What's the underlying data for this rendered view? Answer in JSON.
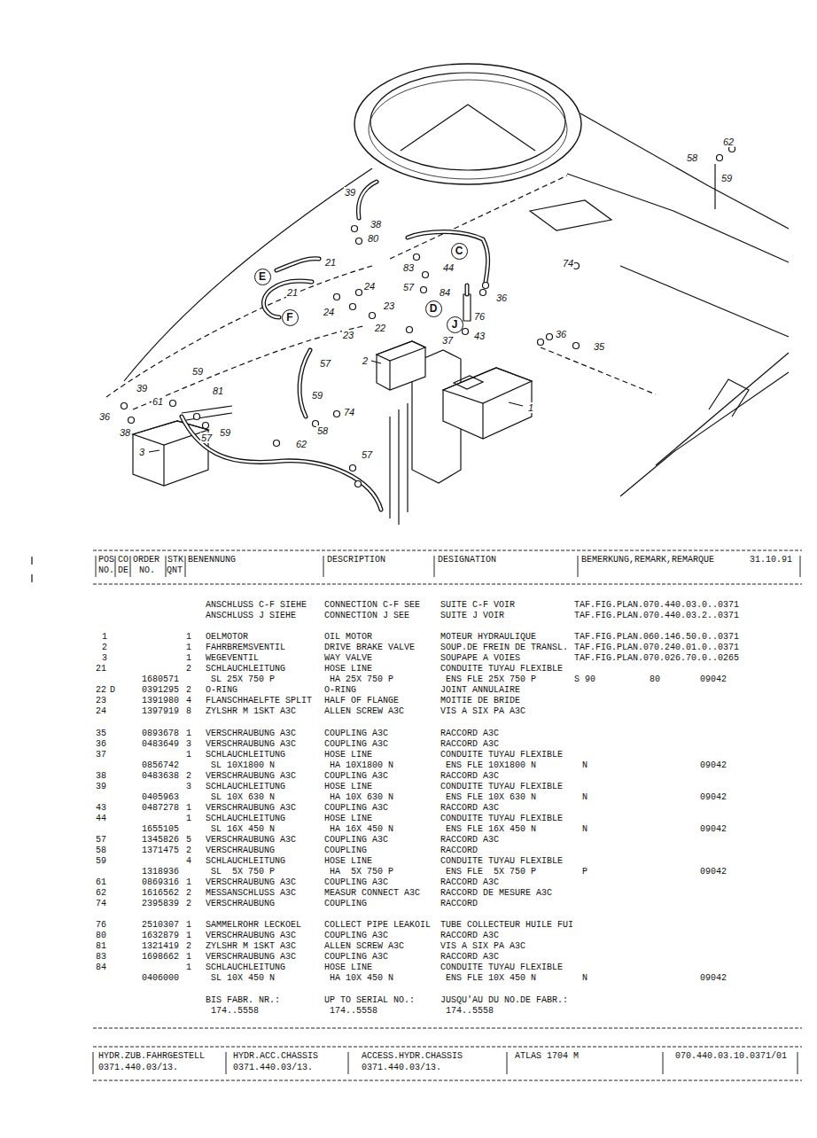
{
  "diagram": {
    "nodes": [
      {
        "text": [
          "C"
        ]
      },
      {
        "text": [
          "E"
        ]
      },
      {
        "text": [
          "D"
        ]
      },
      {
        "text": [
          "F"
        ]
      },
      {
        "text": [
          "J"
        ]
      }
    ],
    "labels": [
      "62",
      "58",
      "59",
      "39",
      "38",
      "80",
      "74",
      "21",
      "83",
      "44",
      "24",
      "57",
      "84",
      "21",
      "36",
      "23",
      "24",
      "76",
      "22",
      "23",
      "37",
      "43",
      "36",
      "35",
      "2",
      "57",
      "59",
      "39",
      "81",
      "59",
      "61",
      "1",
      "74",
      "36",
      "58",
      "38",
      "59",
      "57",
      "62",
      "3",
      "57",
      "POS",
      "CO",
      "ORDER",
      "STK",
      "BENENNUNG",
      "DESCRIPTION",
      "DESIGNATION",
      "BEMERKUNG,REMARK,REMARQUE",
      "31.10.91",
      "NO.",
      "DE",
      "NO.",
      "QNT",
      "ANSCHLUSS C-F SIEHE",
      "CONNECTION C-F SEE",
      "SUITE C-F VOIR",
      "TAF.FIG.PLAN.070.440.03.0..0371",
      "ANSCHLUSS J SIEHE",
      "CONNECTION J SEE",
      "SUITE J VOIR",
      "TAF.FIG.PLAN.070.440.03.2..0371",
      "1",
      "1",
      "OELMOTOR",
      "OIL MOTOR",
      "MOTEUR HYDRAULIQUE",
      "TAF.FIG.PLAN.060.146.50.0..0371",
      "2",
      "1",
      "FAHRBREMSVENTIL",
      "DRIVE BRAKE VALVE",
      "SOUP.DE FREIN DE TRANSL.",
      "TAF.FIG.PLAN.070.240.01.0..0371",
      "3",
      "1",
      "WEGEVENTIL",
      "WAY VALVE",
      "SOUPAPE A VOIES",
      "TAF.FIG.PLAN.070.026.70.0..0265",
      "21",
      "2",
      "SCHLAUCHLEITUNG",
      "HOSE LINE",
      "CONDUITE TUYAU FLEXIBLE",
      "1680571",
      "SL 25X 750 P",
      "HA 25X 750 P",
      "ENS FLE 25X 750 P",
      "S 90",
      "80",
      "09042",
      "22",
      "D",
      "0391295",
      "2",
      "O-RING",
      "O-RING",
      "JOINT ANNULAIRE",
      "23",
      "1391980",
      "4",
      "FLANSCHHAELFTE SPLIT",
      "HALF OF FLANGE",
      "MOITIE DE BRIDE",
      "24",
      "1397919",
      "8",
      "ZYLSHR M 1SKT A3C",
      "ALLEN SCREW A3C",
      "VIS A SIX PA A3C",
      "35",
      "0893678",
      "1",
      "VERSCHRAUBUNG A3C",
      "COUPLING A3C",
      "RACCORD A3C",
      "36",
      "0483649",
      "3",
      "VERSCHRAUBUNG A3C",
      "COUPLING A3C",
      "RACCORD A3C",
      "37",
      "1",
      "SCHLAUCHLEITUNG",
      "HOSE LINE",
      "CONDUITE TUYAU FLEXIBLE",
      "0856742",
      "SL 10X1800 N",
      "HA 10X1800 N",
      "ENS FLE 10X1800 N",
      "N",
      "09042",
      "38",
      "0483638",
      "2",
      "VERSCHRAUBUNG A3C",
      "COUPLING A3C",
      "RACCORD A3C",
      "39",
      "3",
      "SCHLAUCHLEITUNG",
      "HOSE LINE",
      "CONDUITE TUYAU FLEXIBLE",
      "0405963",
      "SL 10X 630 N",
      "HA 10X 630 N",
      "ENS FLE 10X 630 N",
      "N",
      "09042",
      "43",
      "0487278",
      "1",
      "VERSCHRAUBUNG A3C",
      "COUPLING A3C",
      "RACCORD A3C",
      "44",
      "1",
      "SCHLAUCHLEITUNG",
      "HOSE LINE",
      "CONDUITE TUYAU FLEXIBLE",
      "1655105",
      "SL 16X 450 N",
      "HA 16X 450 N",
      "ENS FLE 16X 450 N",
      "N",
      "09042",
      "57",
      "1345826",
      "5",
      "VERSCHRAUBUNG A3C",
      "COUPLING A3C",
      "RACCORD A3C",
      "58",
      "1371475",
      "2",
      "VERSCHRAUBUNG",
      "COUPLING",
      "RACCORD",
      "59",
      "4",
      "SCHLAUCHLEITUNG",
      "HOSE LINE",
      "CONDUITE TUYAU FLEXIBLE",
      "1318936",
      "SL  5X 750 P",
      "HA  5X 750 P",
      "ENS FLE  5X 750 P",
      "P",
      "09042",
      "61",
      "0869316",
      "1",
      "VERSCHRAUBUNG A3C",
      "COUPLING A3C",
      "RACCORD A3C",
      "62",
      "1616562",
      "2",
      "MESSANSCHLUSS A3C",
      "MEASUR CONNECT A3C",
      "RACCORD DE MESURE A3C",
      "74",
      "2395839",
      "2",
      "VERSCHRAUBUNG",
      "COUPLING",
      "RACCORD",
      "76",
      "2510307",
      "1",
      "SAMMELROHR LECKOEL",
      "COLLECT PIPE LEAKOIL",
      "TUBE COLLECTEUR HUILE FUI",
      "80",
      "1632879",
      "1",
      "VERSCHRAUBUNG A3C",
      "COUPLING A3C",
      "RACCORD A3C",
      "81",
      "1321419",
      "2",
      "ZYLSHR M 1SKT A3C",
      "ALLEN SCREW A3C",
      "VIS A SIX PA A3C",
      "83",
      "1698662",
      "1",
      "VERSCHRAUBUNG A3C",
      "COUPLING A3C",
      "RACCORD A3C",
      "84",
      "1",
      "SCHLAUCHLEITUNG",
      "HOSE LINE",
      "CONDUITE TUYAU FLEXIBLE",
      "0406000",
      "SL 10X 450 N",
      "HA 10X 450 N",
      "ENS FLE 10X 450 N",
      "N",
      "09042",
      "BIS FABR. NR.:",
      "UP TO SERIAL NO.:",
      "JUSQU'AU DU NO.DE FABR.:",
      "174..5558",
      "174..5558",
      "174..5558",
      "HYDR.ZUB.FAHRGESTELL",
      "HYDR.ACC.CHASSIS",
      "ACCESS.HYDR.CHASSIS",
      "ATLAS 1704 M",
      "070.440.03.10.0371/01",
      "0371.440.03/13.",
      "0371.440.03/13.",
      "0371.440.03/13."
    ]
  }
}
